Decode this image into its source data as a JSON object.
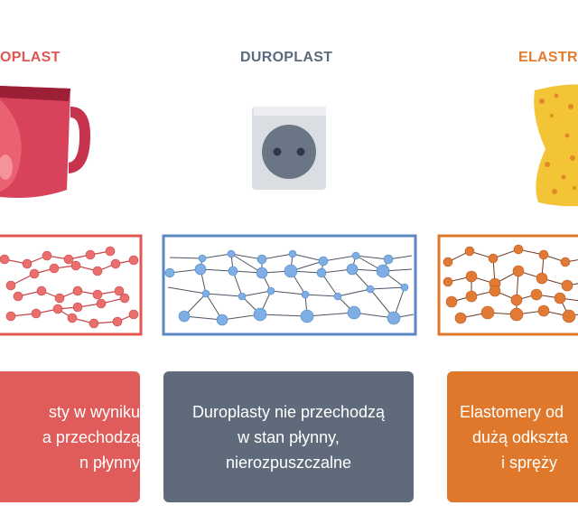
{
  "columns": [
    {
      "title": "OPLAST",
      "description": [
        "sty w wyniku",
        "a przechodzą",
        "n płynny"
      ],
      "color": "#e05752",
      "icon": "mug-icon"
    },
    {
      "title": "DUROPLAST",
      "description": [
        "Duroplasty nie przechodzą",
        "w stan płynny,",
        "nierozpuszczalne"
      ],
      "color": "#5b6a7d",
      "icon": "power-socket-icon"
    },
    {
      "title": "ELASTRO",
      "description": [
        "Elastomery od",
        "dużą odkszta",
        "i spręży"
      ],
      "color": "#e57a2e",
      "icon": "sponge-icon"
    }
  ]
}
